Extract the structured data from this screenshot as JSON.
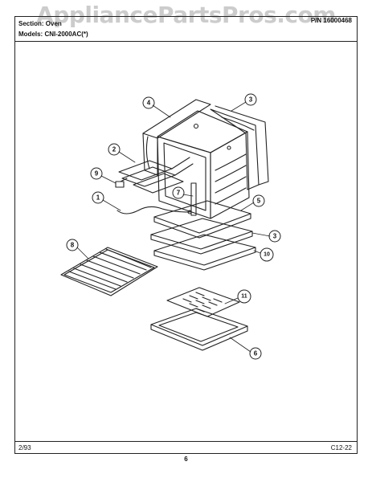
{
  "header": {
    "section_label": "Section: Oven",
    "models_label": "Models: CNI-2000AC(*)",
    "part_number": "P/N 16000468"
  },
  "watermark": "AppliancePartsPros.com",
  "footer": {
    "date": "2/93",
    "code": "C12-22",
    "page_number": "6"
  },
  "callouts": [
    {
      "id": "c1",
      "num": "1"
    },
    {
      "id": "c2",
      "num": "2"
    },
    {
      "id": "c3a",
      "num": "3"
    },
    {
      "id": "c3b",
      "num": "3"
    },
    {
      "id": "c4",
      "num": "4"
    },
    {
      "id": "c5",
      "num": "5"
    },
    {
      "id": "c6",
      "num": "6"
    },
    {
      "id": "c7",
      "num": "7"
    },
    {
      "id": "c8",
      "num": "8"
    },
    {
      "id": "c9",
      "num": "9"
    },
    {
      "id": "c10",
      "num": "10"
    },
    {
      "id": "c11",
      "num": "11"
    }
  ]
}
